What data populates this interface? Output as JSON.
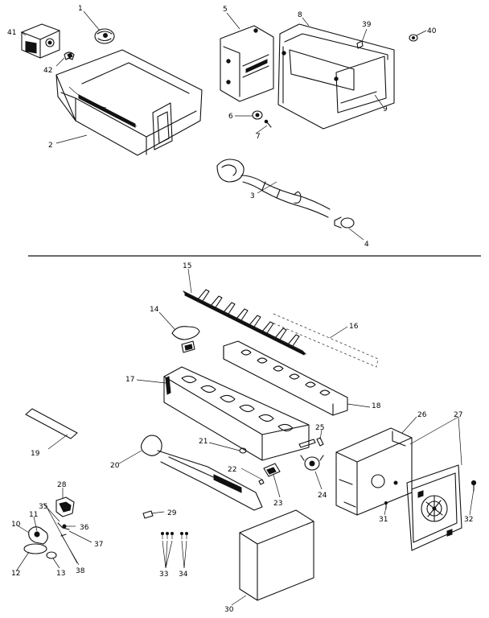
{
  "diagram": {
    "callouts": [
      "1",
      "2",
      "3",
      "4",
      "5",
      "6",
      "7",
      "8",
      "9",
      "10",
      "11",
      "12",
      "13",
      "14",
      "15",
      "16",
      "17",
      "18",
      "19",
      "20",
      "21",
      "22",
      "23",
      "24",
      "25",
      "26",
      "27",
      "28",
      "29",
      "30",
      "31",
      "32",
      "33",
      "34",
      "35",
      "36",
      "37",
      "38",
      "39",
      "40",
      "41",
      "42"
    ]
  }
}
